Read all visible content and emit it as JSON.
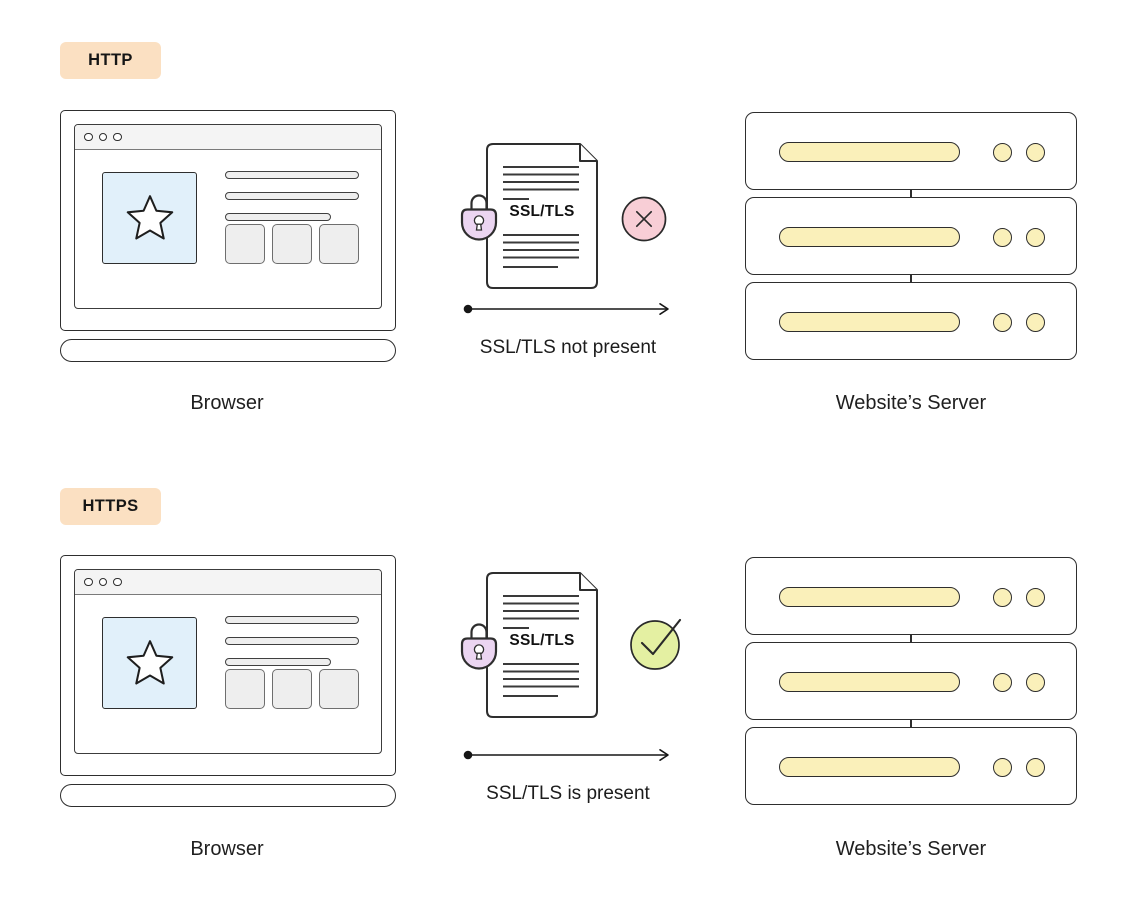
{
  "colors": {
    "badge_bg": "#fbe0c2",
    "star_box_bg": "#e1f0fa",
    "titlebar_bg": "#f4f4f4",
    "placeholder_bg": "#eeeeee",
    "server_accent": "#faf0ba",
    "lock_body": "#ebd5f1",
    "fail_circle": "#f8ced6",
    "ok_circle": "#e4f0a2"
  },
  "icons": {
    "star": "star-icon",
    "padlock": "padlock-icon",
    "document": "document-icon",
    "arrow": "arrow-right-icon",
    "http_status": "x-circle-icon",
    "https_status": "check-circle-icon"
  },
  "sections": [
    {
      "id": "http",
      "badge": "HTTP",
      "doc_label": "SSL/TLS",
      "status": "fail",
      "status_icon": "x-circle-icon",
      "caption": "SSL/TLS not present",
      "left_label": "Browser",
      "right_label": "Website’s Server"
    },
    {
      "id": "https",
      "badge": "HTTPS",
      "doc_label": "SSL/TLS",
      "status": "ok",
      "status_icon": "check-circle-icon",
      "caption": "SSL/TLS is present",
      "left_label": "Browser",
      "right_label": "Website’s Server"
    }
  ]
}
